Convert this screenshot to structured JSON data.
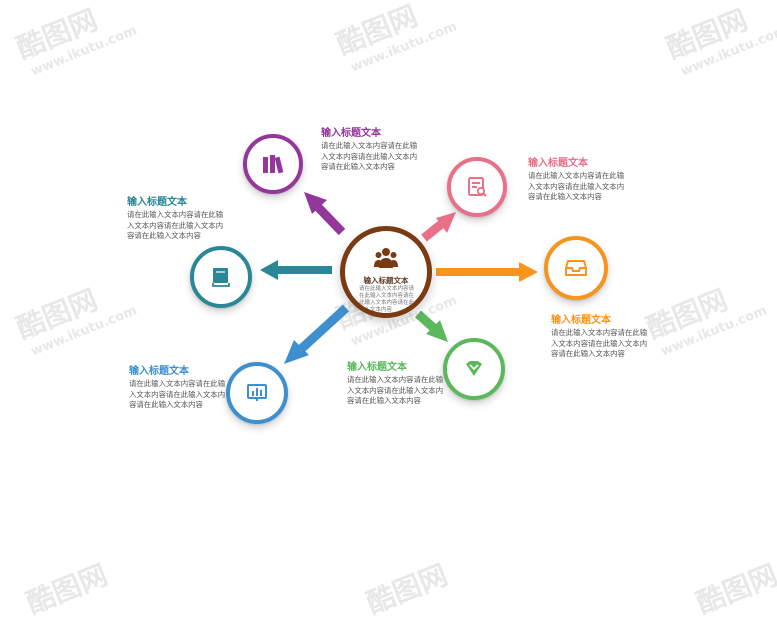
{
  "center": {
    "title": "输入标题文本",
    "desc": "请在此输入文本内容请在此输入文本内容请在此输入文本内容请在此输入文本内容",
    "color": "#7a3b12",
    "icon": "people-group-icon"
  },
  "nodes": [
    {
      "id": "purple",
      "title": "输入标题文本",
      "desc": "请在此输入文本内容请在此输入文本内容请在此输入文本内容请在此输入文本内容",
      "color": "#93379b",
      "icon": "books-icon"
    },
    {
      "id": "pink",
      "title": "输入标题文本",
      "desc": "请在此输入文本内容请在此输入文本内容请在此输入文本内容请在此输入文本内容",
      "color": "#e87088",
      "icon": "document-search-icon"
    },
    {
      "id": "teal",
      "title": "输入标题文本",
      "desc": "请在此输入文本内容请在此输入文本内容请在此输入文本内容请在此输入文本内容",
      "color": "#2a8797",
      "icon": "book-icon"
    },
    {
      "id": "orange",
      "title": "输入标题文本",
      "desc": "请在此输入文本内容请在此输入文本内容请在此输入文本内容请在此输入文本内容",
      "color": "#f7941d",
      "icon": "inbox-tray-icon"
    },
    {
      "id": "blue",
      "title": "输入标题文本",
      "desc": "请在此输入文本内容请在此输入文本内容请在此输入文本内容请在此输入文本内容",
      "color": "#3d8fcf",
      "icon": "presentation-chart-icon"
    },
    {
      "id": "green",
      "title": "输入标题文本",
      "desc": "请在此输入文本内容请在此输入文本内容请在此输入文本内容请在此输入文本内容",
      "color": "#5cb85c",
      "icon": "diamond-shield-icon"
    }
  ],
  "watermark": {
    "brand": "酷图网",
    "url": "www.ikutu.com"
  }
}
